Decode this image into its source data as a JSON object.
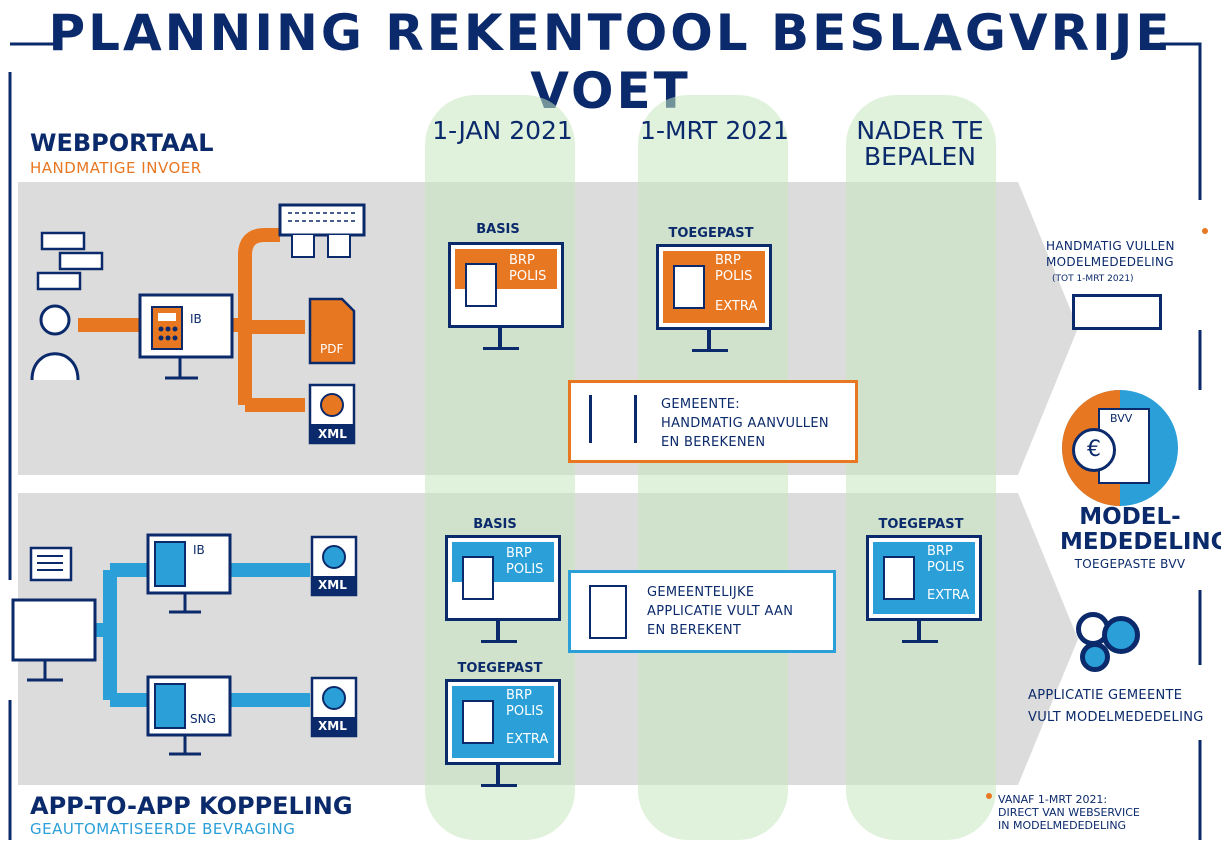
{
  "title": "PLANNING REKENTOOL BESLAGVRIJE VOET",
  "webportaal": {
    "heading": "WEBPORTAAL",
    "subheading": "HANDMATIGE INVOER"
  },
  "app2app": {
    "heading": "APP-TO-APP KOPPELING",
    "subheading": "GEAUTOMATISEERDE BEVRAGING"
  },
  "columns": [
    {
      "label": "1-JAN 2021"
    },
    {
      "label": "1-MRT 2021"
    },
    {
      "label": "NADER TE BEPALEN"
    }
  ],
  "icons": {
    "ib": "IB",
    "sng": "SNG",
    "pdf": "PDF",
    "xml": "XML"
  },
  "monitors": {
    "basis": {
      "label": "BASIS",
      "line1": "BRP",
      "line2": "POLIS"
    },
    "toegepast": {
      "label": "TOEGEPAST",
      "line1": "BRP",
      "line2": "POLIS",
      "line3": "EXTRA"
    }
  },
  "callouts": {
    "gemeente": "GEMEENTE:\nHANDMATIG AANVULLEN\nEN BEREKENEN",
    "applicatie": "GEMEENTELIJKE\nAPPLICATIE VULT AAN\nEN BEREKENT"
  },
  "right": {
    "handmatig": "HANDMATIG VULLEN\nMODELMEDEDELING",
    "handmatig_note": "(TOT 1-MRT 2021)",
    "bvv": "BVV",
    "model_title": "MODEL-\nMEDEDELING",
    "model_sub": "TOEGEPASTE BVV",
    "applicatie": "APPLICATIE GEMEENTE\nVULT MODELMEDEDELING",
    "vanaf": "VANAF 1-MRT 2021:\nDIRECT VAN WEBSERVICE\nIN MODELMEDEDELING"
  },
  "colors": {
    "navy": "#0b2a6b",
    "orange": "#e87722",
    "blue": "#2a9fd8",
    "gray": "#dcdcdc",
    "green": "#c6e8be"
  }
}
